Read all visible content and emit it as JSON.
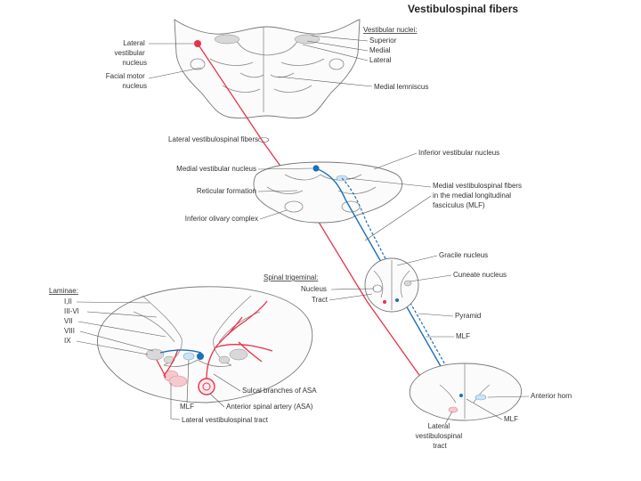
{
  "title": "Vestibulospinal fibers",
  "labels": {
    "vestibular_nuclei": "Vestibular nuclei:",
    "superior": "Superior",
    "medial": "Medial",
    "lateral": "Lateral",
    "lateral_vestibular_nucleus": [
      "Lateral",
      "vestibular",
      "nucleus"
    ],
    "facial_motor_nucleus": [
      "Facial motor",
      "nucleus"
    ],
    "medial_lemniscus": "Medial lemniscus",
    "lateral_vestibulospinal_fibers": "Lateral vestibulospinal fibers",
    "inferior_vestibular_nucleus": "Inferior vestibular nucleus",
    "medial_vestibular_nucleus": "Medial vestibular nucleus",
    "reticular_formation": "Reticular formation",
    "inferior_olivary_complex": "Inferior olivary complex",
    "medial_vs_fibers": [
      "Medial vestibulospinal fibers",
      "in the medial longitudinal",
      "fasciculus (MLF)"
    ],
    "gracile_nucleus": "Gracile nucleus",
    "cuneate_nucleus": "Cuneate nucleus",
    "spinal_trigeminal": "Spinal trigeminal:",
    "nucleus": "Nucleus",
    "tract": "Tract",
    "pyramid": "Pyramid",
    "mlf": "MLF",
    "laminae": "Laminae:",
    "lam_1_2": "I,II",
    "lam_3_6": "III-VI",
    "lam_7": "VII",
    "lam_8": "VIII",
    "lam_9": "IX",
    "sulcal_branches": "Sulcal branches of ASA",
    "anterior_spinal_artery": "Anterior spinal artery (ASA)",
    "mlf_bottom": "MLF",
    "lateral_vs_tract": "Lateral vestibulospinal tract",
    "anterior_horn": "Anterior horn",
    "mlf_right": "MLF",
    "lateral_vs_tract_right": [
      "Lateral",
      "vestibulospinal",
      "tract"
    ]
  },
  "colors": {
    "lateral_pathway": "#e8324a",
    "medial_pathway": "#1c6fb5"
  }
}
